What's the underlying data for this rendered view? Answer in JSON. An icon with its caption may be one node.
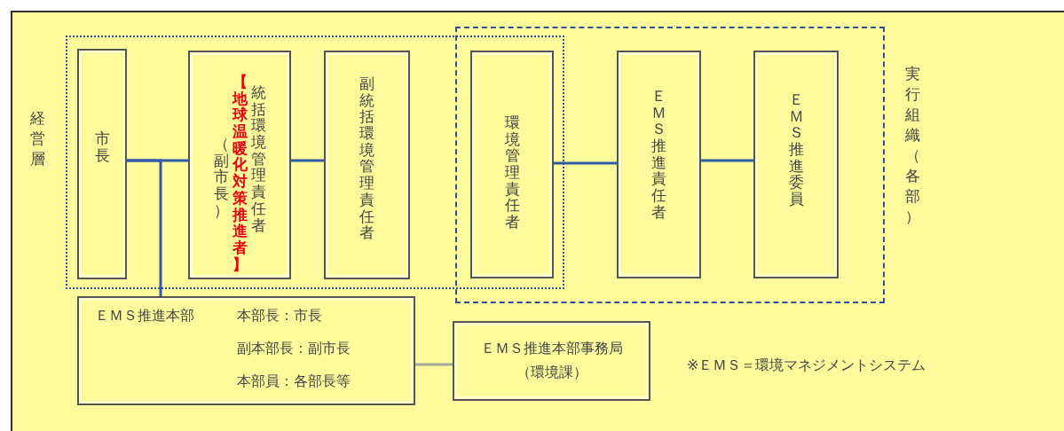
{
  "diagram": {
    "nodes": [
      {
        "text": [
          "経営層"
        ]
      },
      {
        "text": [
          "実行組織（各部）"
        ]
      },
      {
        "text": [
          "市長"
        ],
        "in": 0
      },
      {
        "text": [
          "（副市長）",
          "【地球温暖化対策推進者】",
          "統括環境管理責任者"
        ],
        "in": 0
      },
      {
        "text": [
          "副統括環境管理責任者"
        ],
        "in": 0
      },
      {
        "text": [
          "環境管理責任者"
        ]
      },
      {
        "text": [
          "ＥＭＳ推進責任者"
        ],
        "in": 1
      },
      {
        "text": [
          "ＥＭＳ推進委員"
        ],
        "in": 1
      },
      {
        "text": [
          "ＥＭＳ推進本部",
          "本部長：市長",
          "副本部長：副市長",
          "本部員：各部長等"
        ]
      },
      {
        "text": [
          "ＥＭＳ推進本部事務局",
          "（環境課）"
        ]
      }
    ],
    "edges": [
      {
        "from": 2,
        "to": 3,
        "arrow": "none"
      },
      {
        "from": 3,
        "to": 4,
        "arrow": "none"
      },
      {
        "from": 5,
        "to": 6,
        "arrow": "none"
      },
      {
        "from": 6,
        "to": 7,
        "arrow": "none"
      },
      {
        "from": 2,
        "to": 8,
        "arrow": "none"
      },
      {
        "from": 8,
        "to": 9,
        "arrow": "none",
        "color": "#a8a89a"
      }
    ],
    "labels": [
      "※ＥＭＳ＝環境マネジメントシステム"
    ]
  }
}
